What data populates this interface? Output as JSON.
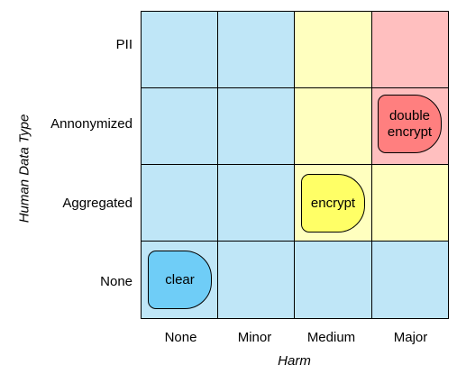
{
  "axes": {
    "x_title": "Harm",
    "y_title": "Human Data Type",
    "x_categories": [
      "None",
      "Minor",
      "Medium",
      "Major"
    ],
    "y_categories": [
      "PII",
      "Annonymized",
      "Aggregated",
      "None"
    ]
  },
  "colors": {
    "blue_zone": "#bfe6f7",
    "yellow_zone": "#ffffbf",
    "pink_zone": "#ffbfbf",
    "clear_badge": "#6fcdf7",
    "encrypt_badge": "#ffff66",
    "double_encrypt_badge": "#ff7f7f"
  },
  "cells": [
    [
      "blue",
      "blue",
      "yellow",
      "pink"
    ],
    [
      "blue",
      "blue",
      "yellow",
      "pink"
    ],
    [
      "blue",
      "blue",
      "yellow",
      "yellow"
    ],
    [
      "blue",
      "blue",
      "blue",
      "blue"
    ]
  ],
  "badges": {
    "clear": "clear",
    "encrypt": "encrypt",
    "double_encrypt_line1": "double",
    "double_encrypt_line2": "encrypt"
  }
}
